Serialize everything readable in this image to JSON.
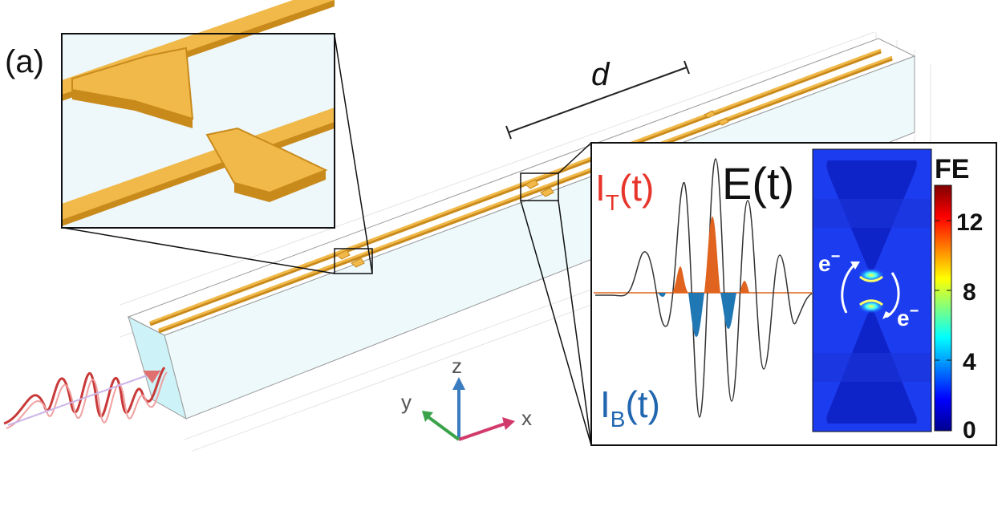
{
  "panel_label": "(a)",
  "distance_label": "d",
  "inset": {
    "title_E": "E(t)",
    "I_T_main": "I",
    "I_T_sub": "T",
    "I_T_arg": "(t)",
    "I_B_main": "I",
    "I_B_sub": "B",
    "I_B_arg": "(t)"
  },
  "field_map": {
    "electron_top": "e",
    "electron_bottom": "e",
    "minus": "−",
    "colorbar_title": "FE",
    "colorbar_ticks": [
      "12",
      "8",
      "4",
      "0"
    ],
    "colorbar_range": [
      0,
      14
    ]
  },
  "axes": {
    "x": "x",
    "y": "y",
    "z": "z"
  },
  "colors": {
    "waveguide_fill": "#eef9fb",
    "waveguide_end": "#cdf3f8",
    "gold": "#f0b94a",
    "gold_dark": "#c98a1c",
    "current_top": "#e0641f",
    "current_bottom": "#1f77b4",
    "label_red": "#e8352b",
    "label_blue": "#2167b0"
  }
}
